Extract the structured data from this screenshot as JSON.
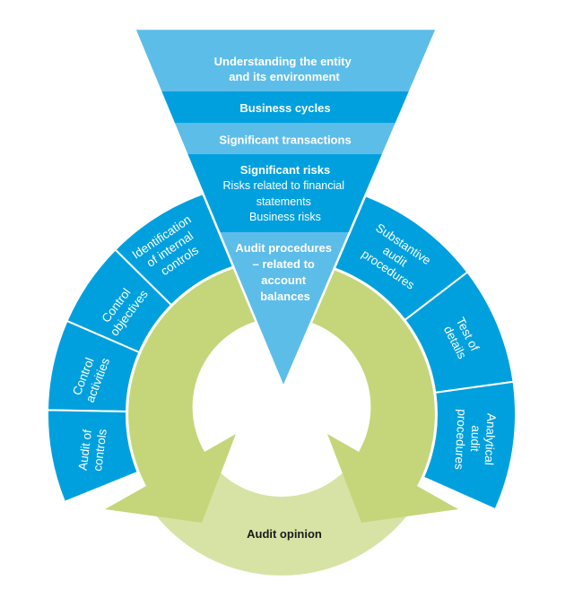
{
  "colors": {
    "light_blue": "#5dbde9",
    "blue": "#00a0de",
    "green": "#c5d67a",
    "light_green": "#d7e3a4",
    "text_white": "#ffffff",
    "text_dark": "#1a1a1a"
  },
  "funnel": {
    "understanding_entity": [
      "Understanding the entity",
      "and its environment"
    ],
    "business_cycles": "Business cycles",
    "significant_transactions": "Significant transactions",
    "significant_risks": {
      "title": "Significant risks",
      "details": [
        "Risks related to financial",
        "statements",
        "Business risks"
      ]
    },
    "audit_procedures": [
      "Audit procedures",
      "– related to",
      "account",
      "balances"
    ]
  },
  "controls_arc": [
    {
      "label": [
        "Identification",
        "of internal",
        "controls"
      ]
    },
    {
      "label": [
        "Control",
        "objectives"
      ]
    },
    {
      "label": [
        "Control",
        "activities"
      ]
    },
    {
      "label": [
        "Audit of",
        "controls"
      ]
    }
  ],
  "substantive_arc": [
    {
      "label": [
        "Substantive",
        "audit",
        "procedures"
      ]
    },
    {
      "label": [
        "Test of",
        "details"
      ]
    },
    {
      "label": [
        "Analytical",
        "audit",
        "procedures"
      ]
    }
  ],
  "outcome": {
    "label": "Audit opinion"
  }
}
